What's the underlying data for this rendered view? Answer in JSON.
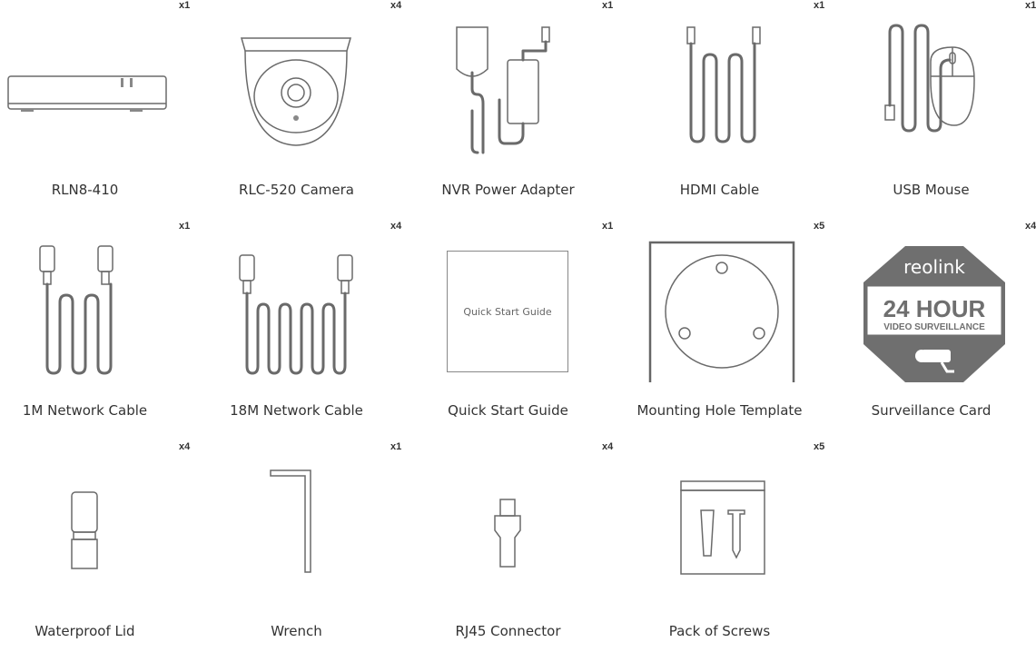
{
  "items": [
    {
      "label": "RLN8-410",
      "qty": "x1",
      "icon": "nvr-icon"
    },
    {
      "label": "RLC-520 Camera",
      "qty": "x4",
      "icon": "dome-camera-icon"
    },
    {
      "label": "NVR Power Adapter",
      "qty": "x1",
      "icon": "power-adapter-icon"
    },
    {
      "label": "HDMI Cable",
      "qty": "x1",
      "icon": "hdmi-cable-icon"
    },
    {
      "label": "USB Mouse",
      "qty": "x1",
      "icon": "usb-mouse-icon"
    },
    {
      "label": "1M Network Cable",
      "qty": "x1",
      "icon": "network-cable-icon"
    },
    {
      "label": "18M Network Cable",
      "qty": "x4",
      "icon": "network-cable-long-icon"
    },
    {
      "label": "Quick Start Guide",
      "qty": "x1",
      "icon": "guide-booklet-icon",
      "cover_text": "Quick Start Guide"
    },
    {
      "label": "Mounting Hole Template",
      "qty": "x5",
      "icon": "mounting-template-icon"
    },
    {
      "label": "Surveillance Card",
      "qty": "x4",
      "icon": "surveillance-sign-icon",
      "sign": {
        "brand": "reolink",
        "headline": "24 HOUR",
        "subline": "VIDEO SURVEILLANCE"
      }
    },
    {
      "label": "Waterproof Lid",
      "qty": "x4",
      "icon": "waterproof-lid-icon"
    },
    {
      "label": "Wrench",
      "qty": "x1",
      "icon": "wrench-icon"
    },
    {
      "label": "RJ45 Connector",
      "qty": "x4",
      "icon": "rj45-connector-icon"
    },
    {
      "label": "Pack of Screws",
      "qty": "x5",
      "icon": "screw-pack-icon"
    }
  ],
  "colors": {
    "line": "#6a6a6a",
    "sign": "#6f6f6f",
    "text": "#333333"
  }
}
